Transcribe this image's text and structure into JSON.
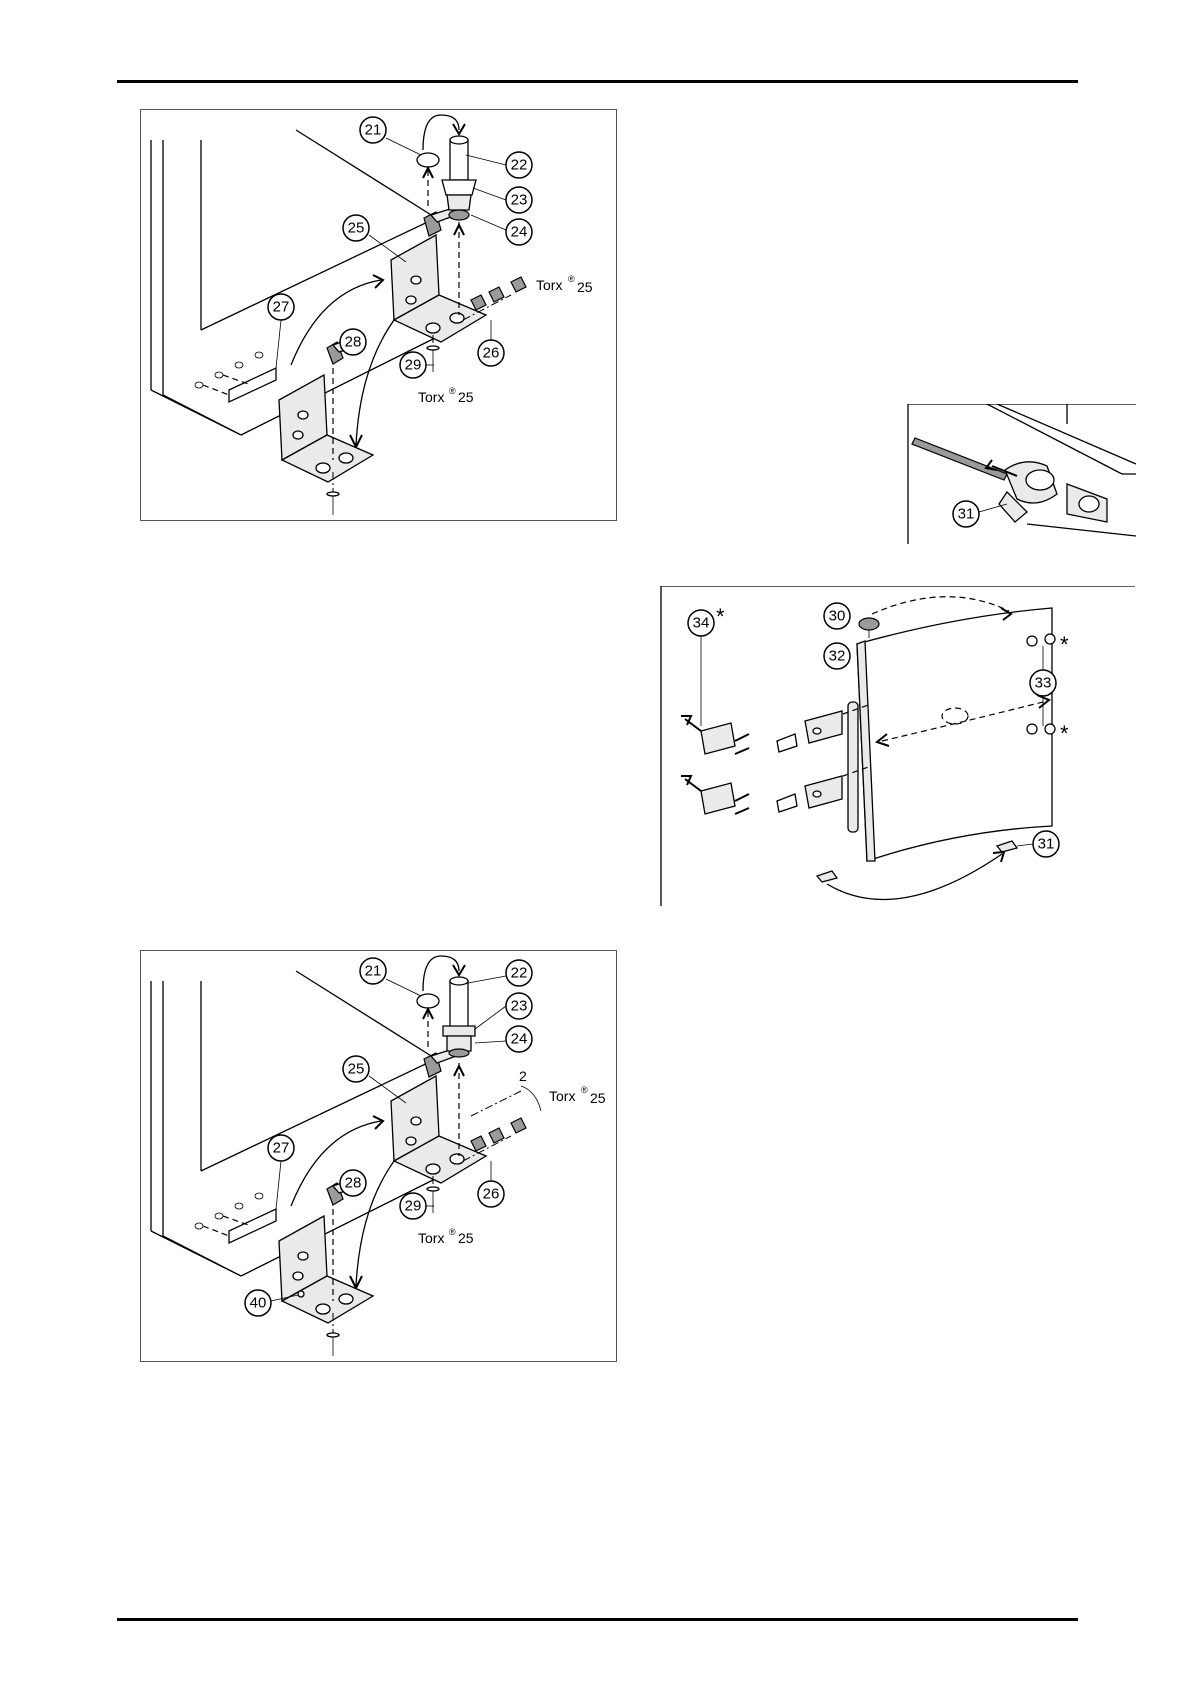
{
  "figure_a": {
    "callouts": {
      "c21": "21",
      "c22": "22",
      "c23": "23",
      "c24": "24",
      "c25": "25",
      "c26": "26",
      "c27": "27",
      "c28": "28",
      "c29": "29"
    },
    "torx_label_1": "Torx",
    "torx_sup_1": "®",
    "torx_num_1": "25",
    "torx_label_2": "Torx",
    "torx_sup_2": "®",
    "torx_num_2": "25"
  },
  "figure_b": {
    "callouts": {
      "c31": "31"
    }
  },
  "figure_c": {
    "callouts": {
      "c30": "30",
      "c31": "31",
      "c32": "32",
      "c33": "33",
      "c34": "34"
    },
    "asterisk": "*"
  },
  "figure_d": {
    "callouts": {
      "c21": "21",
      "c22": "22",
      "c23": "23",
      "c24": "24",
      "c25": "25",
      "c26": "26",
      "c27": "27",
      "c28": "28",
      "c29": "29",
      "c40": "40"
    },
    "torx_label_1": "Torx",
    "torx_sup_1": "®",
    "torx_num_1": "25",
    "torx_label_2": "Torx",
    "torx_sup_2": "®",
    "torx_num_2": "25",
    "small_mark": "2"
  }
}
